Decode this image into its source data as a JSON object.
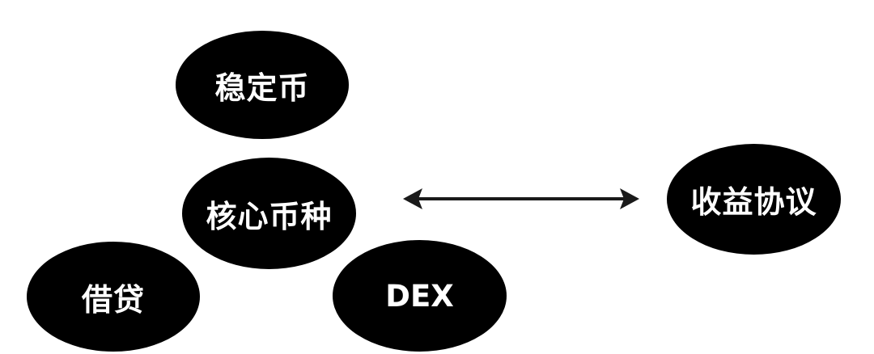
{
  "nodes": {
    "stablecoin": "稳定币",
    "core": "核心币种",
    "lending": "借贷",
    "dex": "DEX",
    "yield": "收益协议"
  },
  "edges": [
    {
      "from": "核心币种",
      "to": "收益协议",
      "direction": "bidirectional"
    }
  ],
  "colors": {
    "node_fill": "#000000",
    "node_text": "#ffffff",
    "arrow": "#1a1a1a",
    "background": "#ffffff"
  }
}
